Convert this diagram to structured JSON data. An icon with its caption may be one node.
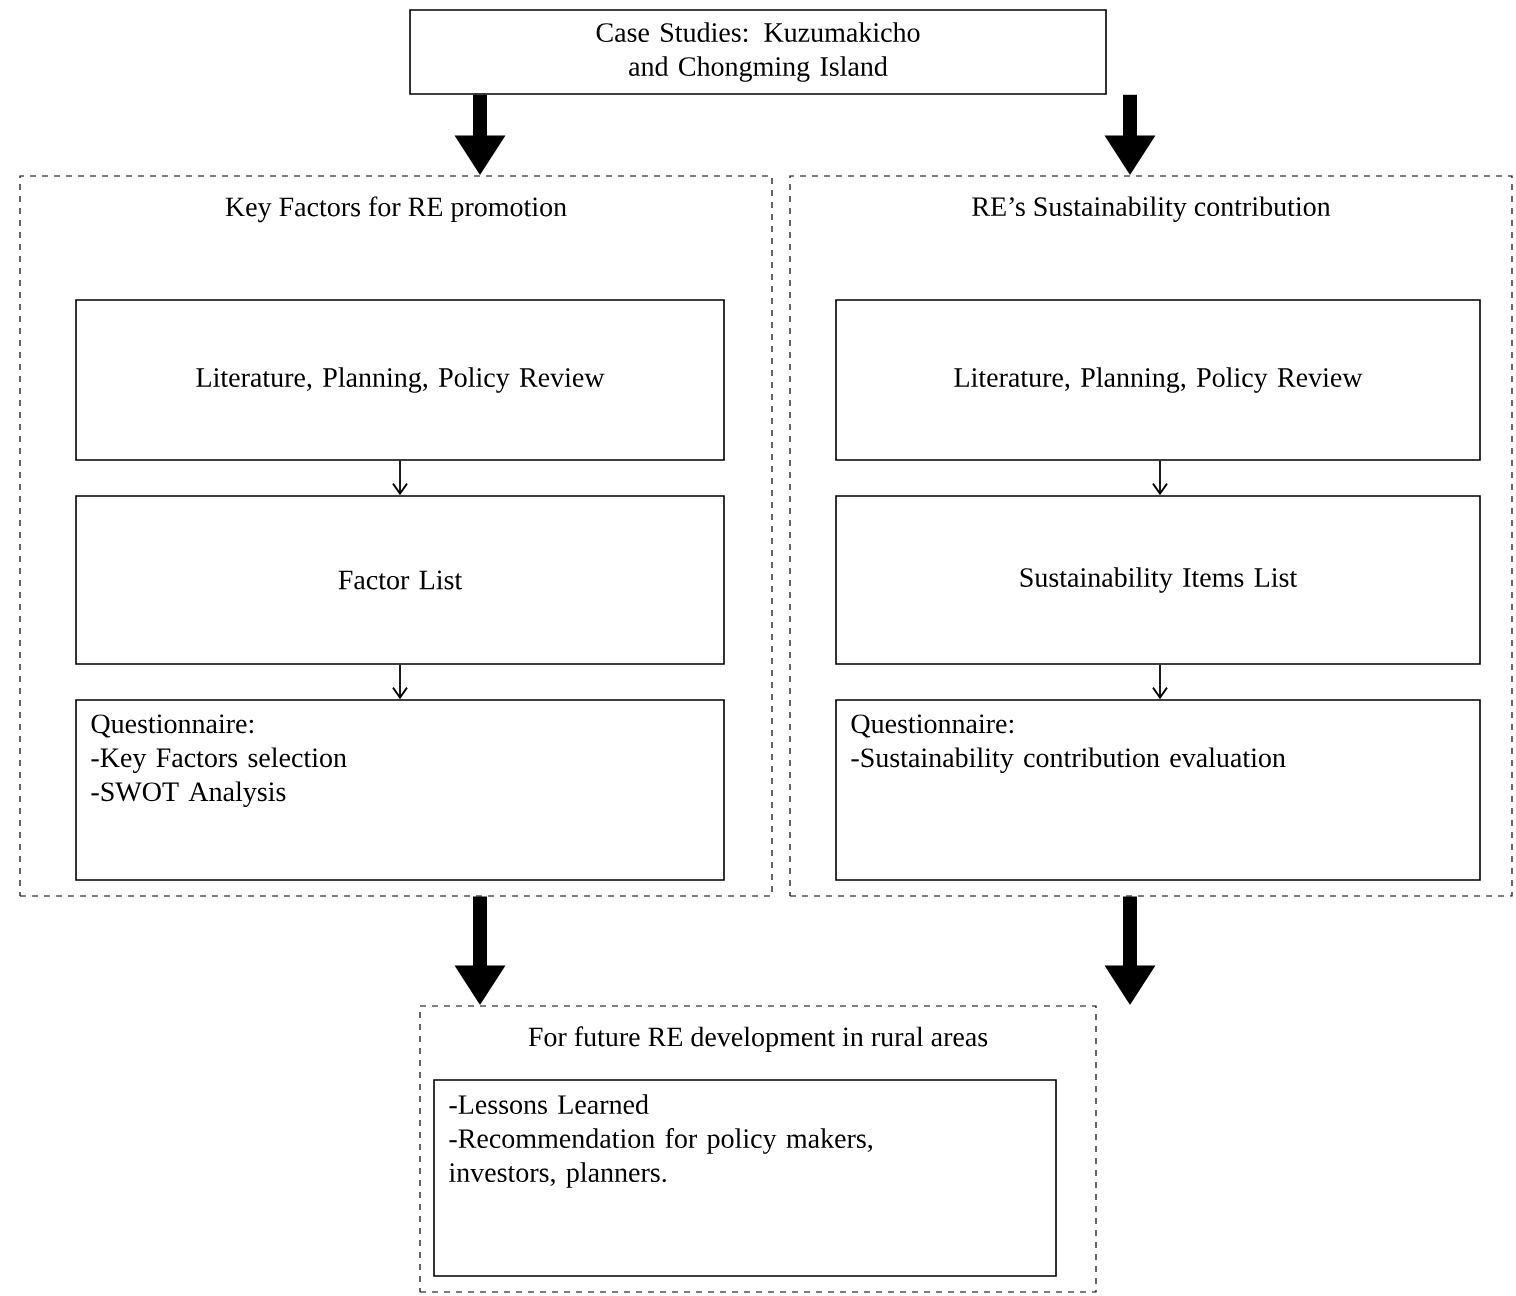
{
  "diagram": {
    "nodes": [
      {
        "text": [
          "Case Studies: Kuzumakicho and Chongming Island"
        ]
      },
      {
        "text": [
          "Key Factors for RE promotion"
        ]
      },
      {
        "text": [
          "Literature, Planning, Policy Review"
        ],
        "in": 1
      },
      {
        "text": [
          "Factor List"
        ],
        "in": 1
      },
      {
        "text": [
          "Questionnaire:",
          "-Key Factors selection",
          "-SWOT Analysis"
        ],
        "in": 1
      },
      {
        "text": [
          "RE’s Sustainability contribution"
        ]
      },
      {
        "text": [
          "Literature, Planning, Policy Review"
        ],
        "in": 5
      },
      {
        "text": [
          "Sustainability Items List"
        ],
        "in": 5
      },
      {
        "text": [
          "Questionnaire:",
          "-Sustainability contribution evaluation"
        ],
        "in": 5
      },
      {
        "text": [
          "For future RE development in rural areas"
        ]
      },
      {
        "text": [
          "-Lessons Learned",
          "-Recommendation for policy makers, investors, planners."
        ],
        "in": 9
      }
    ],
    "edges": [
      {
        "from": 0,
        "to": 1,
        "arrow": "to",
        "style": "thick"
      },
      {
        "from": 0,
        "to": 5,
        "arrow": "to",
        "style": "thick"
      },
      {
        "from": 2,
        "to": 3,
        "arrow": "to"
      },
      {
        "from": 3,
        "to": 4,
        "arrow": "to"
      },
      {
        "from": 6,
        "to": 7,
        "arrow": "to"
      },
      {
        "from": 7,
        "to": 8,
        "arrow": "to"
      },
      {
        "from": 1,
        "to": 9,
        "arrow": "to",
        "style": "thick"
      },
      {
        "from": 5,
        "to": 9,
        "arrow": "to",
        "style": "thick"
      }
    ]
  }
}
